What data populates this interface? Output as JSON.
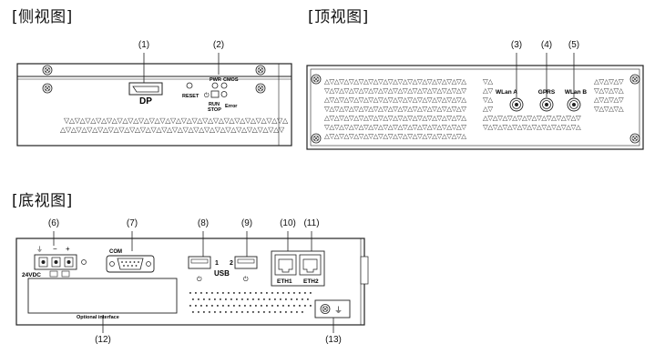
{
  "views": {
    "side": {
      "title": "[侧视图]",
      "callouts": [
        "(1)",
        "(2)"
      ],
      "labels": {
        "dp": "DP",
        "reset": "RESET",
        "pwr": "PWR",
        "cmos": "CMOS",
        "run": "RUN",
        "stop": "STOP",
        "error": "Error"
      }
    },
    "top": {
      "title": "[顶视图]",
      "callouts": [
        "(3)",
        "(4)",
        "(5)"
      ],
      "labels": {
        "wlan_a": "WLan A",
        "gprs": "GPRS",
        "wlan_b": "WLan B"
      }
    },
    "bottom": {
      "title": "[底视图]",
      "callouts": [
        "(6)",
        "(7)",
        "(8)",
        "(9)",
        "(10)",
        "(11)",
        "(12)",
        "(13)"
      ],
      "labels": {
        "power": "24VDC",
        "com": "COM",
        "usb": "USB",
        "usb1": "1",
        "usb2": "2",
        "eth1": "ETH1",
        "eth2": "ETH2",
        "optional": "Optional interface"
      }
    }
  }
}
